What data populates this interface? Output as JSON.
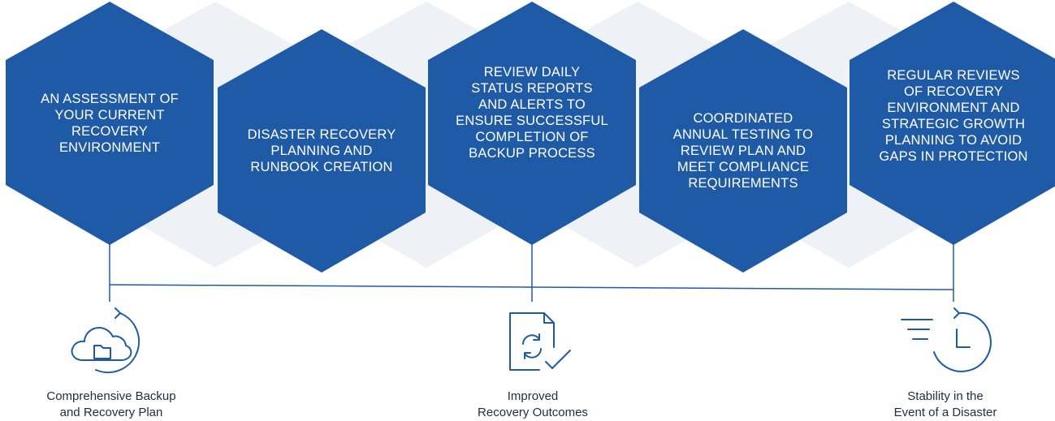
{
  "colors": {
    "hex_fill": "#1f5aa6",
    "bg_hex_fill": "#eef2f6",
    "line": "#1f5aa6",
    "icon_stroke": "#1f5aa6",
    "text_dark": "#1f2d3d"
  },
  "steps": [
    {
      "lines": [
        "AN ASSESSMENT OF",
        "YOUR CURRENT",
        "RECOVERY",
        "ENVIRONMENT"
      ]
    },
    {
      "lines": [
        "DISASTER RECOVERY",
        "PLANNING AND",
        "RUNBOOK CREATION"
      ]
    },
    {
      "lines": [
        "REVIEW DAILY",
        "STATUS REPORTS",
        "AND ALERTS TO",
        "ENSURE SUCCESSFUL",
        "COMPLETION OF",
        "BACKUP PROCESS"
      ]
    },
    {
      "lines": [
        "COORDINATED",
        "ANNUAL TESTING TO",
        "REVIEW PLAN AND",
        "MEET COMPLIANCE",
        "REQUIREMENTS"
      ]
    },
    {
      "lines": [
        "REGULAR REVIEWS",
        "OF RECOVERY",
        "ENVIRONMENT AND",
        "STRATEGIC GROWTH",
        "PLANNING TO AVOID",
        "GAPS IN PROTECTION"
      ]
    }
  ],
  "outcomes": [
    {
      "icon": "cloud-backup-icon",
      "lines": [
        "Comprehensive Backup",
        "and Recovery Plan"
      ]
    },
    {
      "icon": "document-refresh-check-icon",
      "lines": [
        "Improved",
        "Recovery Outcomes"
      ]
    },
    {
      "icon": "clock-history-icon",
      "lines": [
        "Stability in the",
        "Event of a Disaster"
      ]
    }
  ]
}
